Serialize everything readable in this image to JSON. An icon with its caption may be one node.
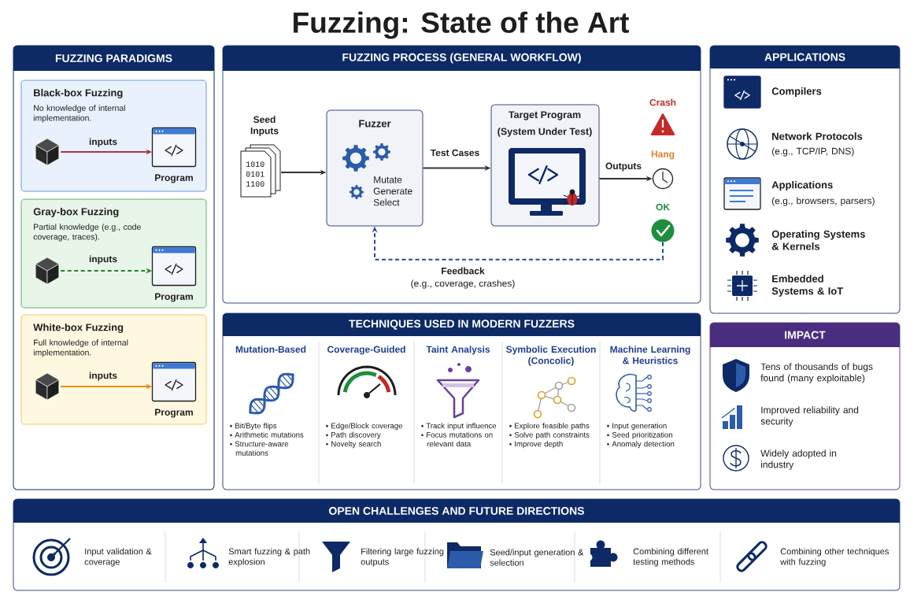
{
  "diagram": {
    "title": "Fuzzing: State of the Art",
    "nodes": [
      {
        "text": [
          "FUZZING PARADIGMS"
        ]
      },
      {
        "text": [
          "Black-box Fuzzing",
          "No knowledge of internal implementation."
        ],
        "in": 0
      },
      {
        "text": [],
        "shape": "picture",
        "in": 1
      },
      {
        "text": [],
        "shape": "picture",
        "in": 1,
        "beside": [
          "Program"
        ]
      },
      {
        "text": [
          "Gray-box Fuzzing",
          "Partial knowledge (e.g., code coverage, traces)."
        ],
        "in": 0
      },
      {
        "text": [],
        "shape": "picture",
        "in": 4
      },
      {
        "text": [],
        "shape": "picture",
        "in": 4,
        "beside": [
          "Program"
        ]
      },
      {
        "text": [
          "White-box Fuzzing",
          "Full knowledge of internal implementation."
        ],
        "in": 0
      },
      {
        "text": [],
        "shape": "picture",
        "in": 7
      },
      {
        "text": [],
        "shape": "picture",
        "in": 7,
        "beside": [
          "Program"
        ]
      },
      {
        "text": [
          "FUZZING PROCESS (GENERAL WORKFLOW)"
        ]
      },
      {
        "text": [
          "Seed Inputs",
          "1010 0101 1100"
        ],
        "in": 10
      },
      {
        "text": [
          "Fuzzer",
          "Mutate Generate Select"
        ],
        "in": 10
      },
      {
        "text": [
          "Target Program",
          "(System Under Test)"
        ],
        "in": 10
      },
      {
        "text": [
          "Crash"
        ],
        "in": 10
      },
      {
        "text": [
          "Hang"
        ],
        "in": 10
      },
      {
        "text": [
          "OK"
        ],
        "in": 10
      },
      {
        "text": [
          "APPLICATIONS",
          "Compilers",
          "Network Protocols",
          "(e.g., TCP/IP, DNS)",
          "Applications",
          "(e.g., browsers, parsers)",
          "Operating Systems & Kernels",
          "Embedded Systems & IoT"
        ]
      },
      {
        "text": [
          "IMPACT",
          "Tens of thousands of bugs found (many exploitable)",
          "Improved reliability and security",
          "Widely adopted in industry"
        ]
      },
      {
        "text": [
          "TECHNIQUES USED IN MODERN FUZZERS"
        ]
      },
      {
        "text": [
          "Mutation-Based",
          "Bit/Byte flips",
          "Arithmetic mutations",
          "Structure-aware mutations"
        ],
        "in": 19
      },
      {
        "text": [
          "Coverage-Guided",
          "Edge/Block coverage",
          "Path discovery",
          "Novelty search"
        ],
        "in": 19
      },
      {
        "text": [
          "Taint Analysis",
          "Track input influence",
          "Focus mutations on relevant data"
        ],
        "in": 19
      },
      {
        "text": [
          "Symbolic Execution (Concolic)",
          "Explore feasible paths",
          "Solve path constraints",
          "Improve depth"
        ],
        "in": 19
      },
      {
        "text": [
          "Machine Learning & Heuristics",
          "Input generation",
          "Seed prioritization",
          "Anomaly detection"
        ],
        "in": 19
      },
      {
        "text": [
          "OPEN CHALLENGES AND FUTURE DIRECTIONS",
          "Input validation & coverage",
          "Smart fuzzing & path explosion",
          "Filtering large fuzzing outputs",
          "Seed/input generation & selection",
          "Combining different testing methods",
          "Combining other techniques with fuzzing"
        ]
      }
    ],
    "edges": [
      {
        "from": 2,
        "to": 3,
        "arrow": "to",
        "label": "inputs",
        "color": "#a8334a"
      },
      {
        "from": 5,
        "to": 6,
        "arrow": "to",
        "label": "inputs",
        "style": "dashed",
        "color": "#2e7d32"
      },
      {
        "from": 8,
        "to": 9,
        "arrow": "to",
        "label": "inputs",
        "color": "#ef8c12"
      },
      {
        "from": 11,
        "to": 12,
        "arrow": "to"
      },
      {
        "from": 12,
        "to": 13,
        "arrow": "to",
        "label": "Test Cases"
      },
      {
        "from": 13,
        "to": 15,
        "arrow": "to",
        "label": "Outputs"
      },
      {
        "from": 16,
        "to": 12,
        "arrow": "to",
        "label": "Feedback",
        "style": "dashed",
        "color": "#1f4e9c"
      }
    ],
    "labels": [
      "(e.g., coverage, crashes)"
    ]
  }
}
